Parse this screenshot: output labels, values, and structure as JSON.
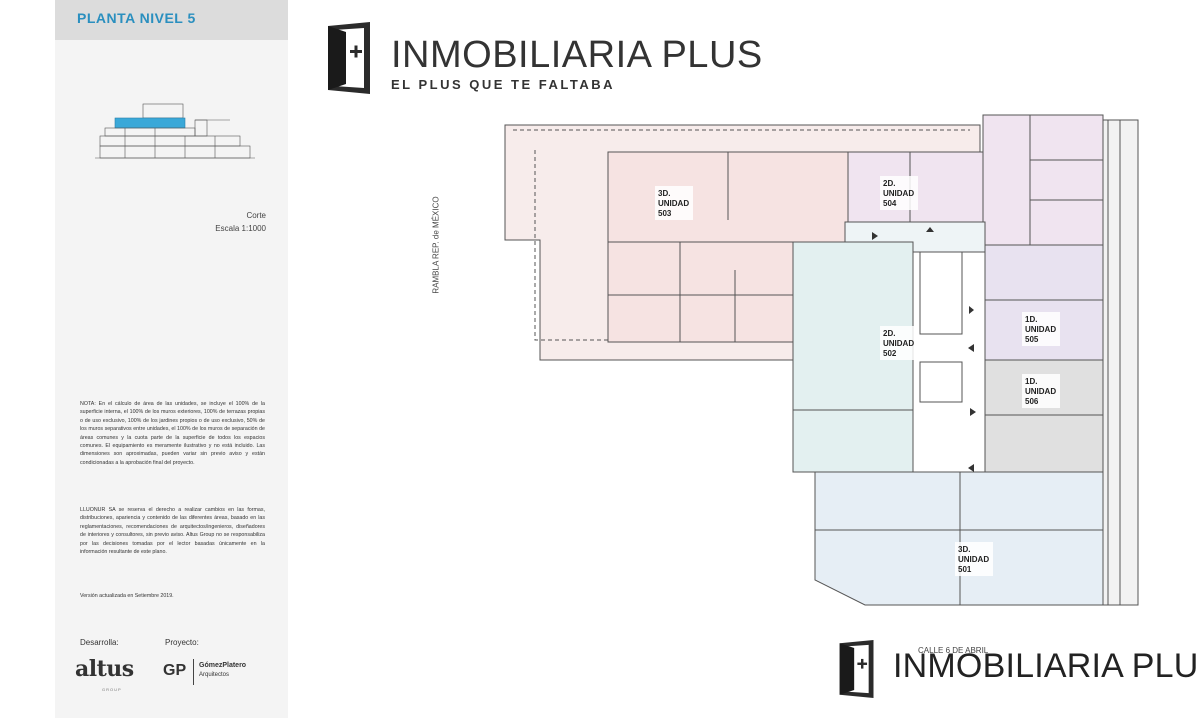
{
  "panel": {
    "title": "PLANTA NIVEL 5",
    "corte": "Corte",
    "escala": "Escala 1:1000",
    "notes": [
      "NOTA: En el cálculo de área de las unidades, se incluye el 100% de la superficie interna, el 100% de los muros exteriores, 100% de terrazas propias o de uso exclusivo, 100% de los jardines propios o de uso exclusivo, 50% de los muros separativos entre unidades, el 100% de los muros de separación de áreas comunes y la cuota parte de la superficie de todos los espacios comunes. El equipamiento es meramente ilustrativo y no está incluido. Las dimensiones son aproximadas, pueden variar sin previo aviso y están condicionadas a la aprobación final del proyecto.",
      "LLUONUR SA se reserva el derecho a realizar cambios en las formas, distribuciones, apariencia y contenido de las diferentes áreas, basado en las reglamentaciones, recomendaciones de arquitectos/ingenieros, diseñadores de interiores y consultores, sin previo aviso. Altus Group no se responsabiliza por las decisiones tomadas por el lector basadas únicamente en la información resultante de este plano.",
      "Versión actualizada en Setiembre 2019."
    ],
    "desarrolla_label": "Desarrolla:",
    "proyecto_label": "Proyecto:",
    "developer_logo": "altus",
    "developer_sub": "GROUP",
    "architect_mark": "GP",
    "architect_name": "GómezPlatero",
    "architect_sub": "Arquitectos"
  },
  "brand": {
    "name": "INMOBILIARIA PLUS",
    "tagline": "EL PLUS QUE TE FALTABA",
    "icon": "door-plus-icon"
  },
  "plan": {
    "street_bottom": "CALLE 6 DE ABRIL",
    "street_left": "RAMBLA REP. de MÉXICO",
    "units": [
      {
        "id": "503",
        "type": "3D.",
        "label": "UNIDAD",
        "number": "503"
      },
      {
        "id": "504",
        "type": "2D.",
        "label": "UNIDAD",
        "number": "504"
      },
      {
        "id": "502",
        "type": "2D.",
        "label": "UNIDAD",
        "number": "502"
      },
      {
        "id": "505",
        "type": "1D.",
        "label": "UNIDAD",
        "number": "505"
      },
      {
        "id": "506",
        "type": "1D.",
        "label": "UNIDAD",
        "number": "506"
      },
      {
        "id": "501",
        "type": "3D.",
        "label": "UNIDAD",
        "number": "501"
      }
    ]
  },
  "colors": {
    "panel_title": "#2a8fbf",
    "unit_503": "#f6e3e2",
    "unit_504": "#f0e4f0",
    "unit_502": "#e3f0f0",
    "unit_505": "#e8e2f0",
    "unit_506": "#e0e0e0",
    "unit_501": "#e6eef5",
    "terrace": "#f7eceb"
  }
}
